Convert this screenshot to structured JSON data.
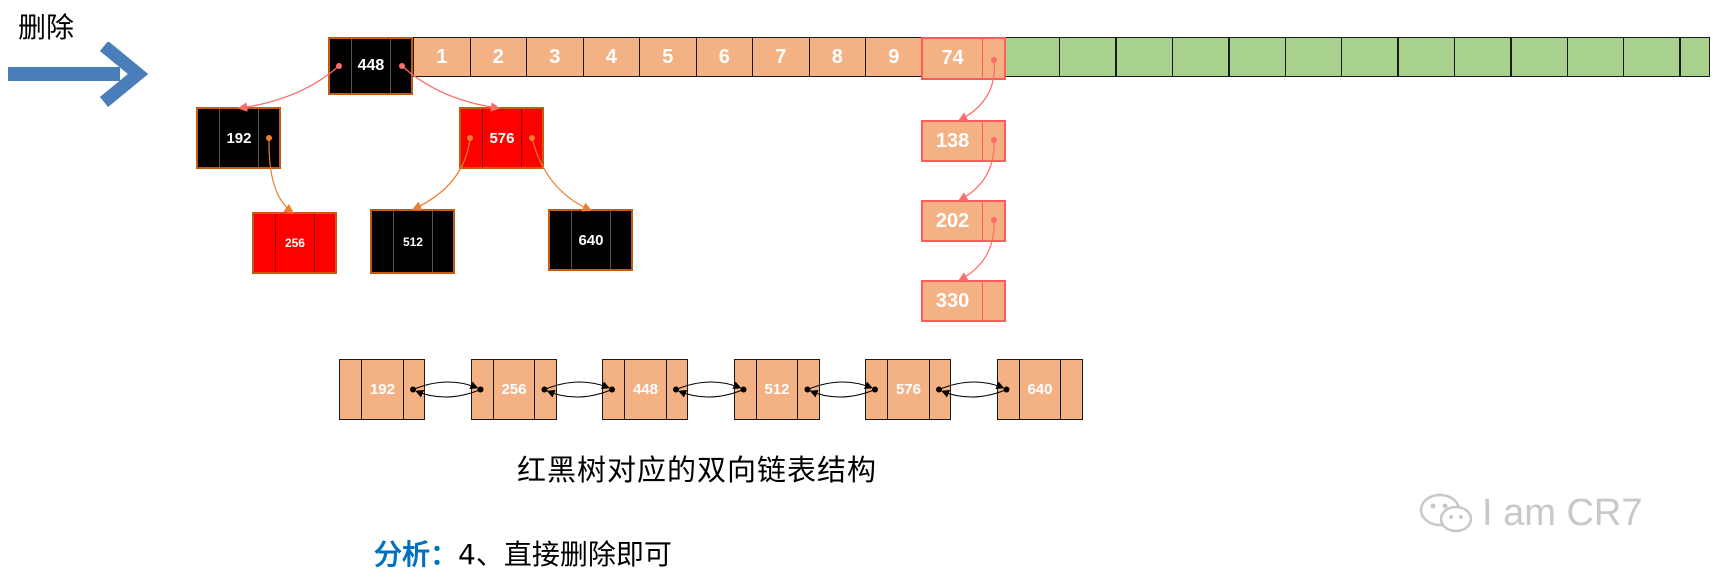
{
  "delete_label": "删除",
  "arrow_color": "#4a7ebb",
  "array": {
    "root_value": "448",
    "index_labels": [
      "1",
      "2",
      "3",
      "4",
      "5",
      "6",
      "7",
      "8",
      "9"
    ],
    "bucket_value": "74",
    "colors": {
      "salmon": "#f4b183",
      "green": "#a9d18e"
    }
  },
  "tree": {
    "left": "192",
    "right": "576",
    "left_right": "256",
    "right_left": "512",
    "right_right": "640"
  },
  "bucket_chain": [
    "138",
    "202",
    "330"
  ],
  "doubly_linked_list": {
    "nodes": [
      "192",
      "256",
      "448",
      "512",
      "576",
      "640"
    ],
    "caption": "红黑树对应的双向链表结构"
  },
  "analysis": {
    "prefix": "分析：",
    "text": "4、直接删除即可"
  },
  "watermark": "I am CR7"
}
